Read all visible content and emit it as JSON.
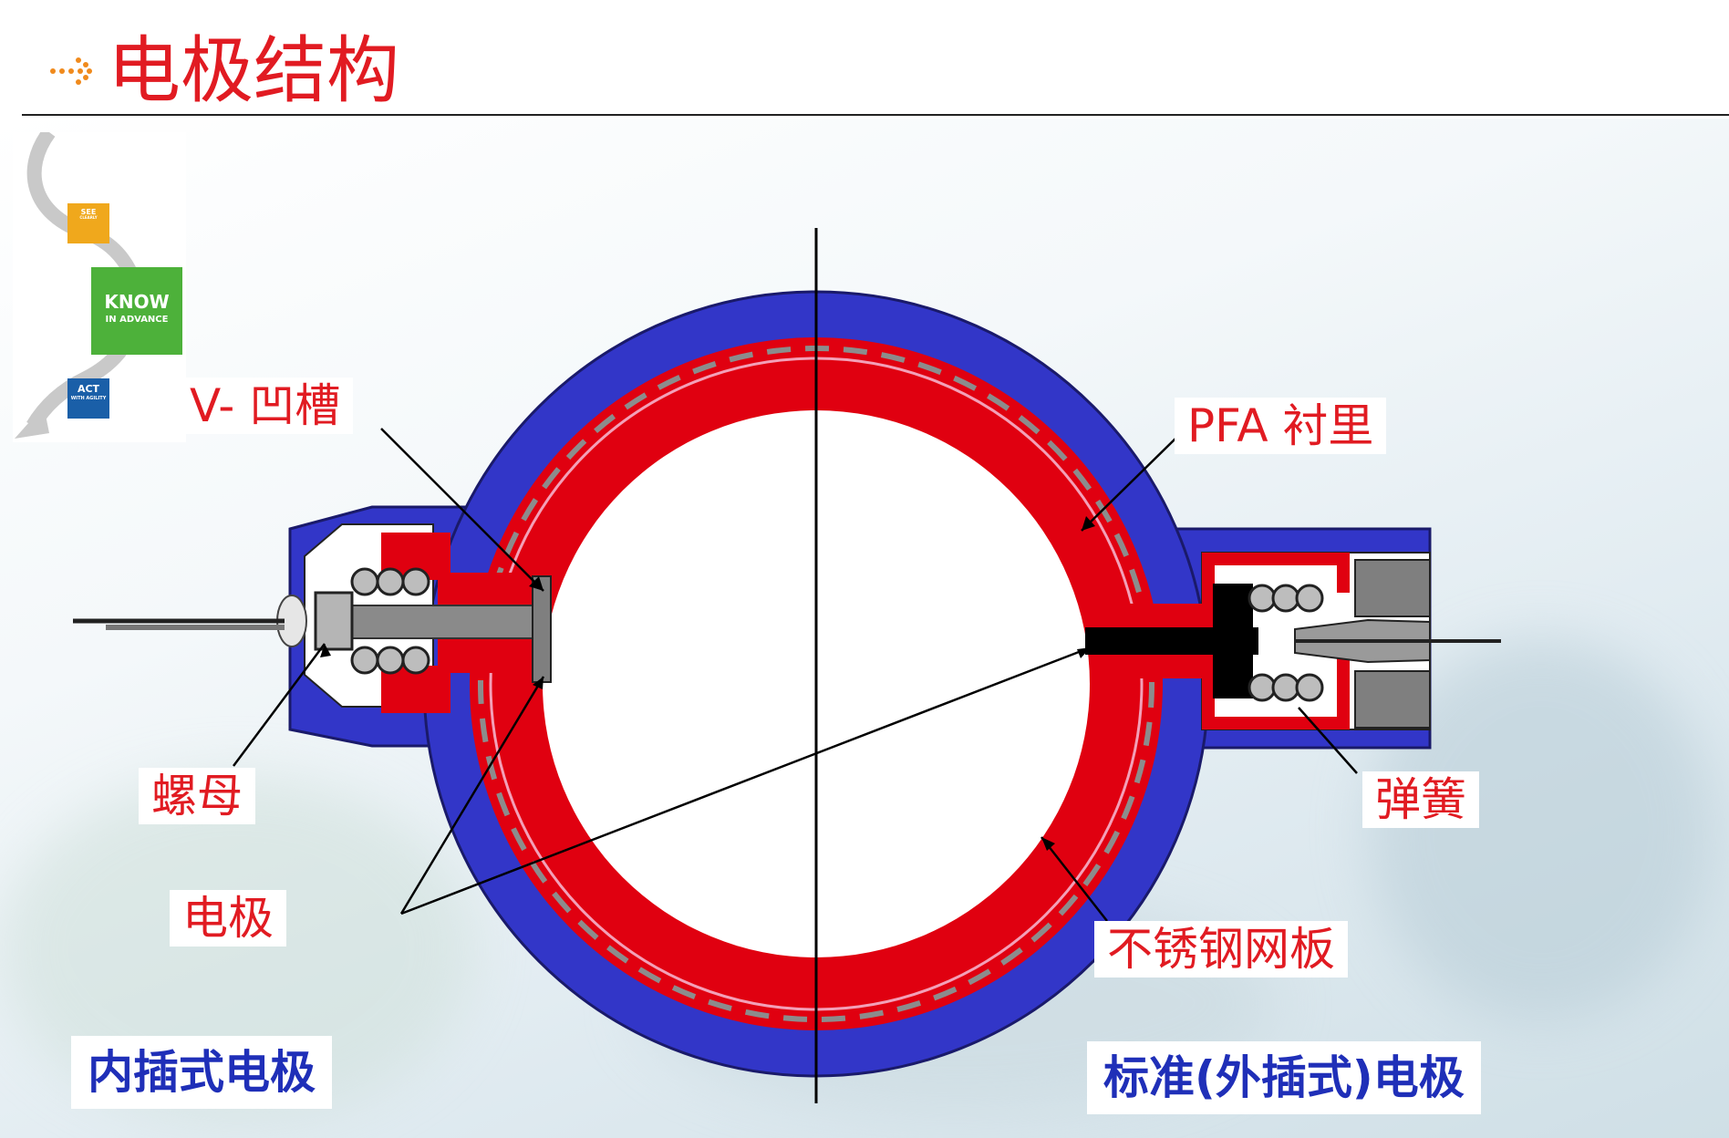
{
  "header": {
    "title": "电极结构"
  },
  "logo": {
    "see": {
      "big": "SEE",
      "small": "CLEARLY"
    },
    "know": {
      "big": "KNOW",
      "small": "IN ADVANCE"
    },
    "act": {
      "big": "ACT",
      "small": "WITH AGILITY"
    }
  },
  "labels": {
    "v_groove": "V- 凹槽",
    "pfa_lining": "PFA 衬里",
    "nut": "螺母",
    "electrode": "电极",
    "spring": "弹簧",
    "stainless_mesh": "不锈钢网板",
    "inner_electrode": "内插式电极",
    "standard_electrode": "标准(外插式)电极"
  },
  "colors": {
    "title_red": "#e11b22",
    "label_red": "#e11b22",
    "label_blue": "#1f2fb8",
    "body_blue": "#3236c8",
    "lining_red": "#e00010",
    "mesh_gray": "#8c8c8c",
    "metal_gray": "#8a8a8a"
  }
}
